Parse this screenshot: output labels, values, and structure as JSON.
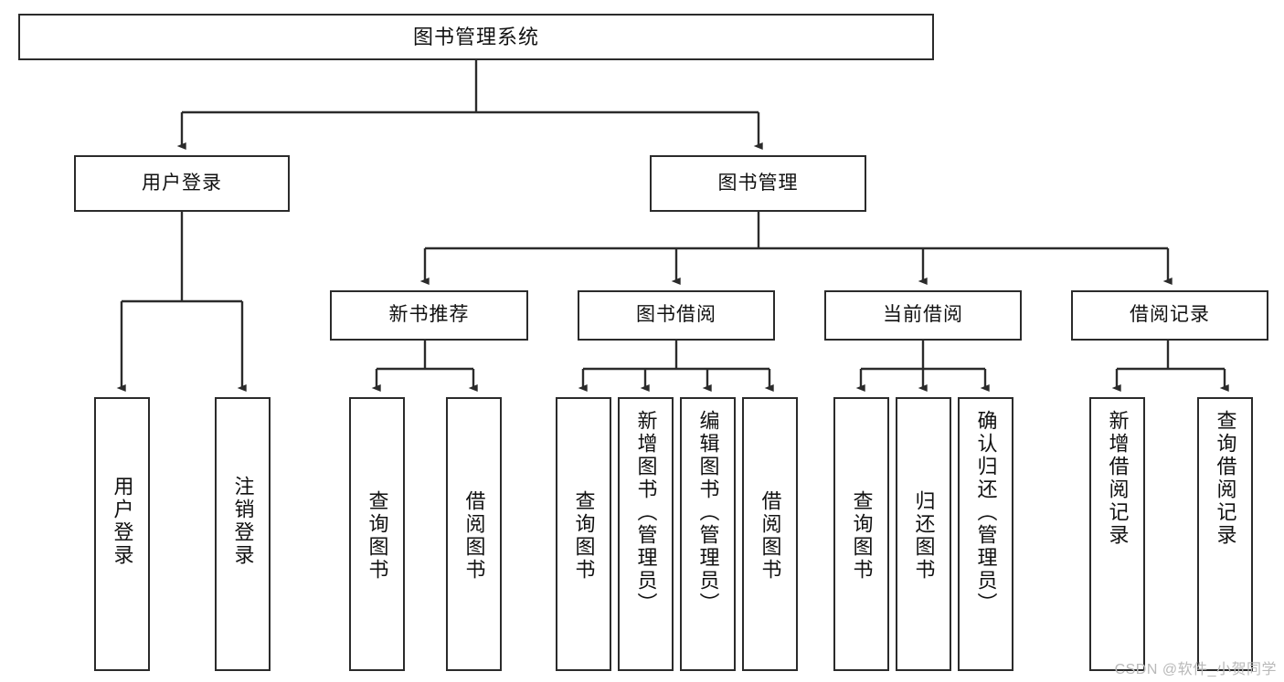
{
  "diagram": {
    "title": "图书管理系统",
    "watermark": "CSDN @软件_小贺同学",
    "colors": {
      "line": "#2b2b2b",
      "box_border": "#2b2b2b",
      "background": "#ffffff",
      "text": "#111111",
      "watermark": "#b9b9b9"
    },
    "root": {
      "label": "图书管理系统"
    },
    "level2": [
      {
        "label": "用户登录"
      },
      {
        "label": "图书管理"
      }
    ],
    "level3": [
      {
        "label": "新书推荐"
      },
      {
        "label": "图书借阅"
      },
      {
        "label": "当前借阅"
      },
      {
        "label": "借阅记录"
      }
    ],
    "leaves": {
      "user_login": [
        {
          "label": "用户登录"
        },
        {
          "label": "注销登录"
        }
      ],
      "new_book_recommend": [
        {
          "label": "查询图书"
        },
        {
          "label": "借阅图书"
        }
      ],
      "book_borrow": [
        {
          "label": "查询图书"
        },
        {
          "label": "新增图书（管理员）"
        },
        {
          "label": "编辑图书（管理员）"
        },
        {
          "label": "借阅图书"
        }
      ],
      "current_borrow": [
        {
          "label": "查询图书"
        },
        {
          "label": "归还图书"
        },
        {
          "label": "确认归还（管理员）"
        }
      ],
      "borrow_record": [
        {
          "label": "新增借阅记录"
        },
        {
          "label": "查询借阅记录"
        }
      ]
    }
  }
}
